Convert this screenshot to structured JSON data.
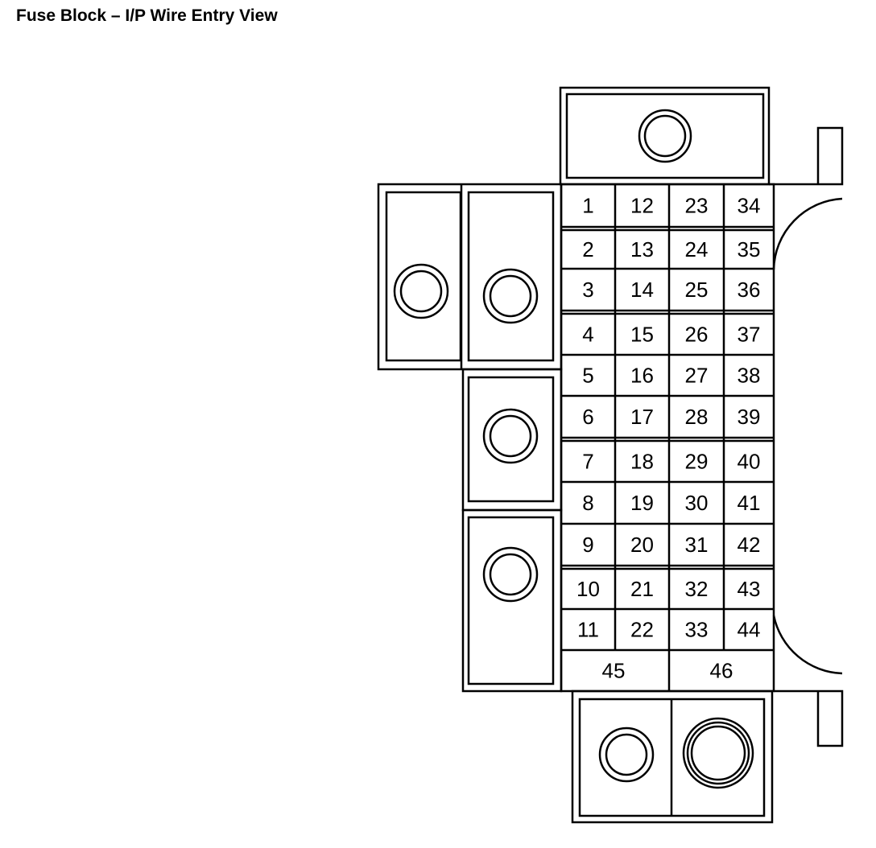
{
  "title": "Fuse Block – I/P Wire Entry View",
  "columns": [
    [
      "1",
      "2",
      "3",
      "4",
      "5",
      "6",
      "7",
      "8",
      "9",
      "10",
      "11"
    ],
    [
      "12",
      "13",
      "14",
      "15",
      "16",
      "17",
      "18",
      "19",
      "20",
      "21",
      "22"
    ],
    [
      "23",
      "24",
      "25",
      "26",
      "27",
      "28",
      "29",
      "30",
      "31",
      "32",
      "33"
    ],
    [
      "34",
      "35",
      "36",
      "37",
      "38",
      "39",
      "40",
      "41",
      "42",
      "43",
      "44"
    ]
  ],
  "bottom_cells": [
    "45",
    "46"
  ]
}
